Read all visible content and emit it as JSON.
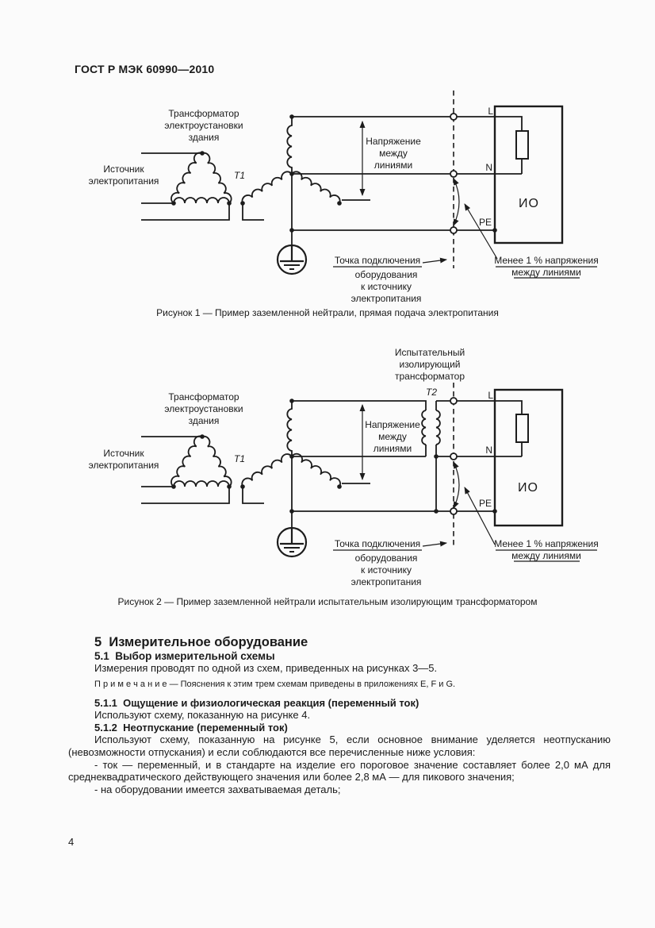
{
  "header": {
    "title": "ГОСТ Р МЭК 60990—2010"
  },
  "fig1": {
    "transformer_line1": "Трансформатор",
    "transformer_line2": "электроустановки",
    "transformer_line3": "здания",
    "source_line1": "Источник",
    "source_line2": "электропитания",
    "t_label": "T1",
    "voltage_line1": "Напряжение",
    "voltage_line2": "между",
    "voltage_line3": "линиями",
    "term_l": "L",
    "term_n": "N",
    "term_pe": "PE",
    "eut": "ИО",
    "point_line1": "Точка подключения",
    "point_line2": "оборудования",
    "point_line3": "к источнику",
    "point_line4": "электропитания",
    "less_line1": "Менее 1 % напряжения",
    "less_line2": "между линиями",
    "caption": "Рисунок 1 — Пример заземленной нейтрали, прямая подача электропитания"
  },
  "fig2": {
    "iso_line1": "Испытательный",
    "iso_line2": "изолирующий",
    "iso_line3": "трансформатор",
    "t2_label": "T2",
    "transformer_line1": "Трансформатор",
    "transformer_line2": "электроустановки",
    "transformer_line3": "здания",
    "source_line1": "Источник",
    "source_line2": "электропитания",
    "t_label": "T1",
    "voltage_line1": "Напряжение",
    "voltage_line2": "между",
    "voltage_line3": "линиями",
    "term_l": "L",
    "term_n": "N",
    "term_pe": "PE",
    "eut": "ИО",
    "point_line1": "Точка подключения",
    "point_line2": "оборудования",
    "point_line3": "к источнику",
    "point_line4": "электропитания",
    "less_line1": "Менее 1 % напряжения",
    "less_line2": "между линиями",
    "caption": "Рисунок 2 — Пример заземленной нейтрали испытательным изолирующим трансформатором"
  },
  "body": {
    "h5": "5  Измерительное оборудование",
    "h51": "5.1  Выбор измерительной схемы",
    "p1": "Измерения проводят по одной из схем, приведенных на рисунках 3—5.",
    "note": "П р и м е ч а н и е — Пояснения к этим трем схемам приведены в приложениях E, F и G.",
    "h511": "5.1.1  Ощущение и физиологическая реакция (переменный ток)",
    "p2": "Используют схему, показанную на рисунке 4.",
    "h512": "5.1.2  Неотпускание (переменный ток)",
    "p3": "Используют схему, показанную на рисунке 5, если основное внимание уделяется неотпусканию (невозможности отпускания) и если соблюдаются все перечисленные ниже условия:",
    "li1": "- ток — переменный, и в стандарте на изделие его пороговое значение составляет более 2,0 мА для среднеквадратического действующего значения или более 2,8 мА — для пикового значения;",
    "li2": "- на оборудовании имеется захватываемая деталь;",
    "page_number": "4"
  }
}
